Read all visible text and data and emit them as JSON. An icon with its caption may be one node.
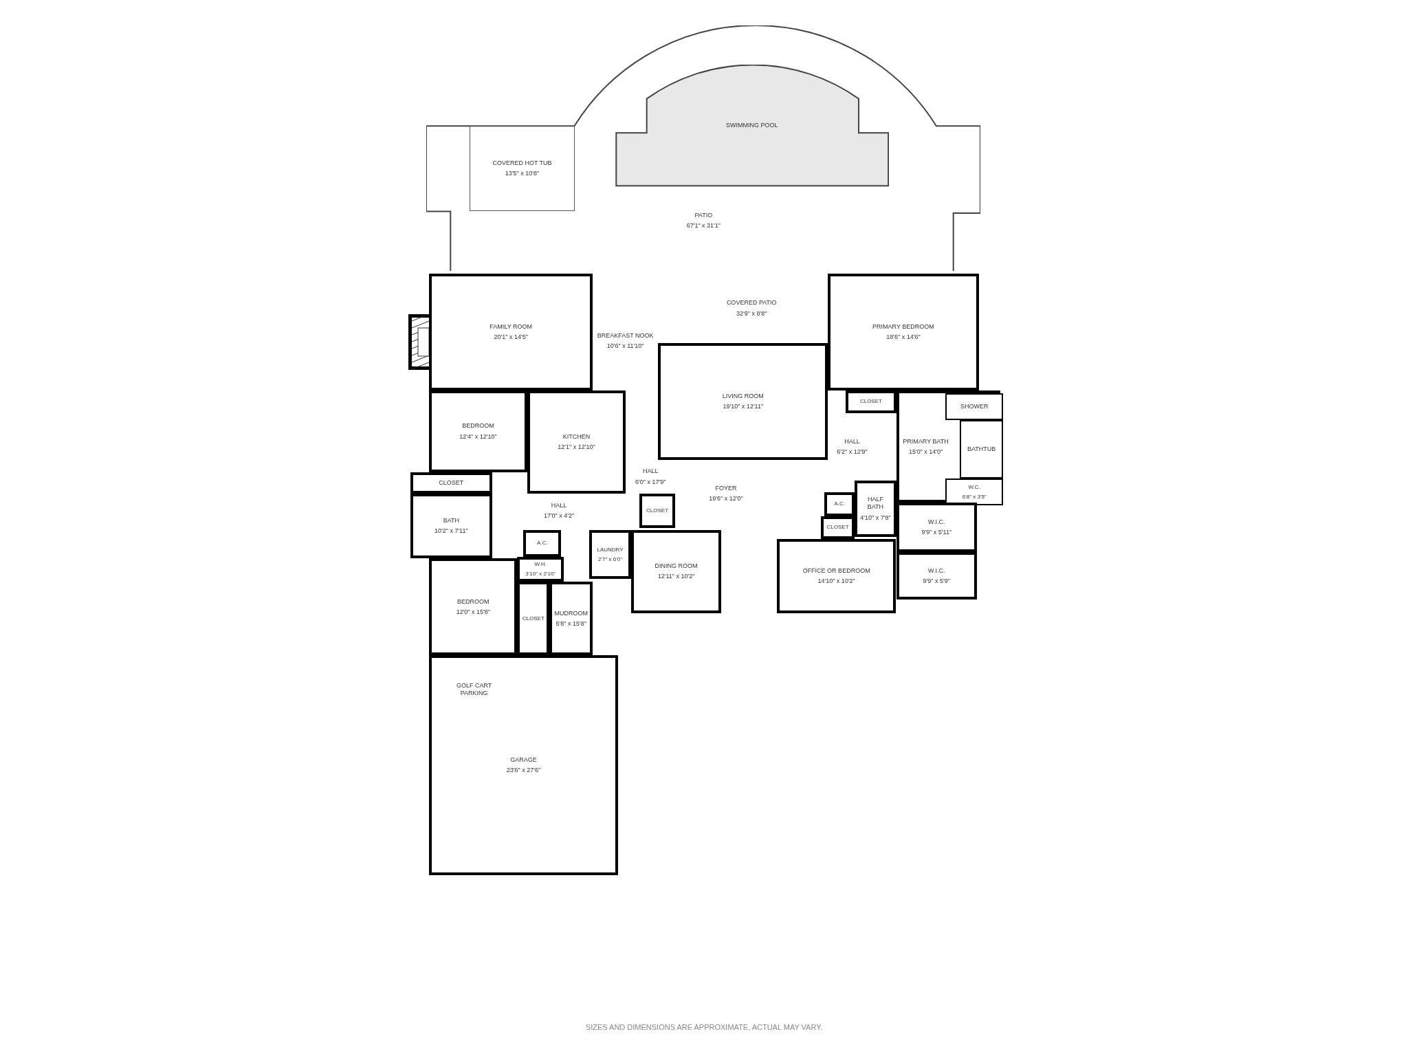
{
  "diagram": {
    "nodes": [
      {
        "text": [
          "PATIO",
          "67'1\" x 31'1\""
        ]
      },
      {
        "text": [
          "COVERED HOT TUB",
          "13'5\" x 10'8\""
        ],
        "in": 0
      },
      {
        "text": [
          "SWIMMING POOL"
        ],
        "in": 0
      },
      {
        "text": [
          "FAMILY ROOM",
          "20'1\" x 14'5\""
        ]
      },
      {
        "text": [
          "BREAKFAST NOOK",
          "10'6\" x 11'10\""
        ]
      },
      {
        "text": [
          "COVERED PATIO",
          "32'9\" x 8'8\""
        ]
      },
      {
        "text": [
          "PRIMARY BEDROOM",
          "18'6\" x 14'6\""
        ]
      },
      {
        "text": [
          "LIVING ROOM",
          "19'10\" x 12'11\""
        ]
      },
      {
        "text": [
          "BEDROOM",
          "12'4\" x 12'10\""
        ]
      },
      {
        "text": [
          "KITCHEN",
          "12'1\" x 12'10\""
        ]
      },
      {
        "text": [
          "HALL",
          "6'0\" x 17'9\""
        ]
      },
      {
        "text": [
          "CLOSET"
        ]
      },
      {
        "text": [
          "PRIMARY BATH",
          "15'0\" x 14'0\""
        ]
      },
      {
        "text": [
          "CLOSET"
        ]
      },
      {
        "text": [
          "SHOWER"
        ],
        "in": 12
      },
      {
        "text": [
          "HALL",
          "6'2\" x 12'9\""
        ]
      },
      {
        "text": [
          "BATHTUB"
        ],
        "in": 12
      },
      {
        "text": [
          "W.C.",
          "6'8\" x 3'5\""
        ],
        "in": 12
      },
      {
        "text": [
          "HALL",
          "17'0\" x 4'2\""
        ]
      },
      {
        "text": [
          "CLOSET"
        ]
      },
      {
        "text": [
          "FOYER",
          "19'6\" x 12'0\""
        ]
      },
      {
        "text": [
          "BATH",
          "10'2\" x 7'11\""
        ]
      },
      {
        "text": [
          "A.C."
        ]
      },
      {
        "text": [
          "HALF BATH",
          "4'10\" x 7'8\""
        ]
      },
      {
        "text": [
          "A.C."
        ]
      },
      {
        "text": [
          "W.I.C.",
          "9'9\" x 5'11\""
        ]
      },
      {
        "text": [
          "W.H.",
          "3'10\" x 2'10\""
        ]
      },
      {
        "text": [
          "LAUNDRY",
          "2'7\" x 6'0\""
        ]
      },
      {
        "text": [
          "DINING ROOM",
          "12'11\" x 10'2\""
        ]
      },
      {
        "text": [
          "CLOSET"
        ]
      },
      {
        "text": [
          "OFFICE OR BEDROOM",
          "14'10\" x 10'2\""
        ]
      },
      {
        "text": [
          "MUDROOM",
          "5'8\" x 15'8\""
        ]
      },
      {
        "text": [
          "W.I.C.",
          "9'9\" x 5'9\""
        ]
      },
      {
        "text": [
          "BEDROOM",
          "12'0\" x 15'8\""
        ]
      },
      {
        "text": [
          "CLOSET"
        ]
      },
      {
        "text": [
          "GARAGE",
          "23'6\" x 27'6\""
        ]
      },
      {
        "text": [
          "GOLF CART PARKING"
        ],
        "in": 35
      }
    ],
    "labels": [
      "SIZES AND DIMENSIONS ARE APPROXIMATE, ACTUAL MAY VARY."
    ]
  }
}
